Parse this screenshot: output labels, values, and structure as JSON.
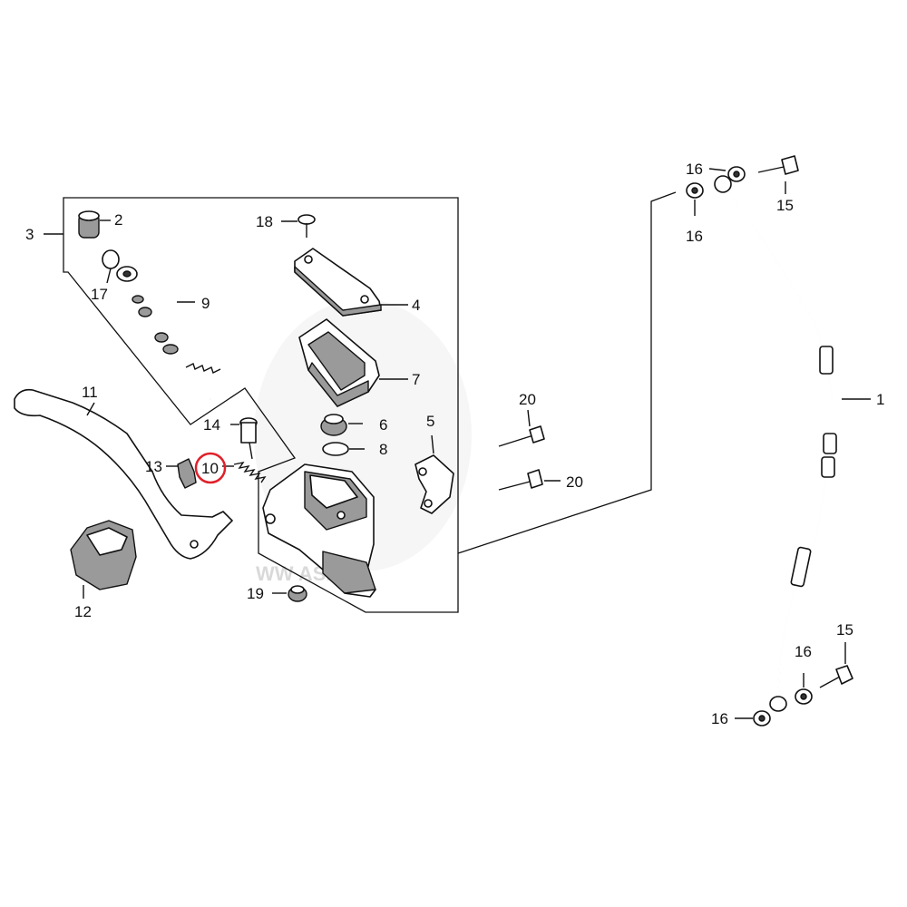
{
  "diagram": {
    "labels": {
      "p1": "1",
      "p2": "2",
      "p3": "3",
      "p4": "4",
      "p5": "5",
      "p6": "6",
      "p7": "7",
      "p8": "8",
      "p9": "9",
      "p10": "10",
      "p11": "11",
      "p12": "12",
      "p13": "13",
      "p14": "14",
      "p15a": "15",
      "p15b": "15",
      "p16a": "16",
      "p16b": "16",
      "p16c": "16",
      "p16d": "16",
      "p17": "17",
      "p18": "18",
      "p19": "19",
      "p20a": "20",
      "p20b": "20"
    },
    "highlighted_part": "10",
    "highlight_color": "#e0202a",
    "watermark_text": "WW      ASNU"
  }
}
